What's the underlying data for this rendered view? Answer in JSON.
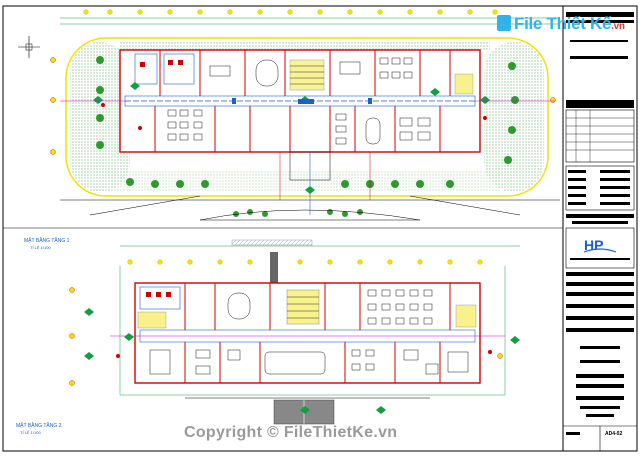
{
  "watermark_top": {
    "brand": "File Thiết Kế",
    "suffix": ".vn"
  },
  "watermark_bottom": "Copyright © FileThietKe.vn",
  "plan_upper": {
    "label": "MẶT BẰNG TẦNG 1",
    "scale": "TỈ LỆ 1/100"
  },
  "plan_lower": {
    "label": "MẶT BẰNG TẦNG 2",
    "scale": "TỈ LỆ 1/100"
  },
  "title_block": {
    "logo_text": "HP",
    "sheet_code": "AD4-02"
  },
  "colors": {
    "cad_red": "#d00000",
    "cad_blue": "#1a5fd0",
    "cad_green": "#10a040",
    "cad_yellow": "#f2e200",
    "cad_magenta": "#d000d0",
    "tree_green": "#2e9a2e",
    "paper": "#ffffff"
  }
}
